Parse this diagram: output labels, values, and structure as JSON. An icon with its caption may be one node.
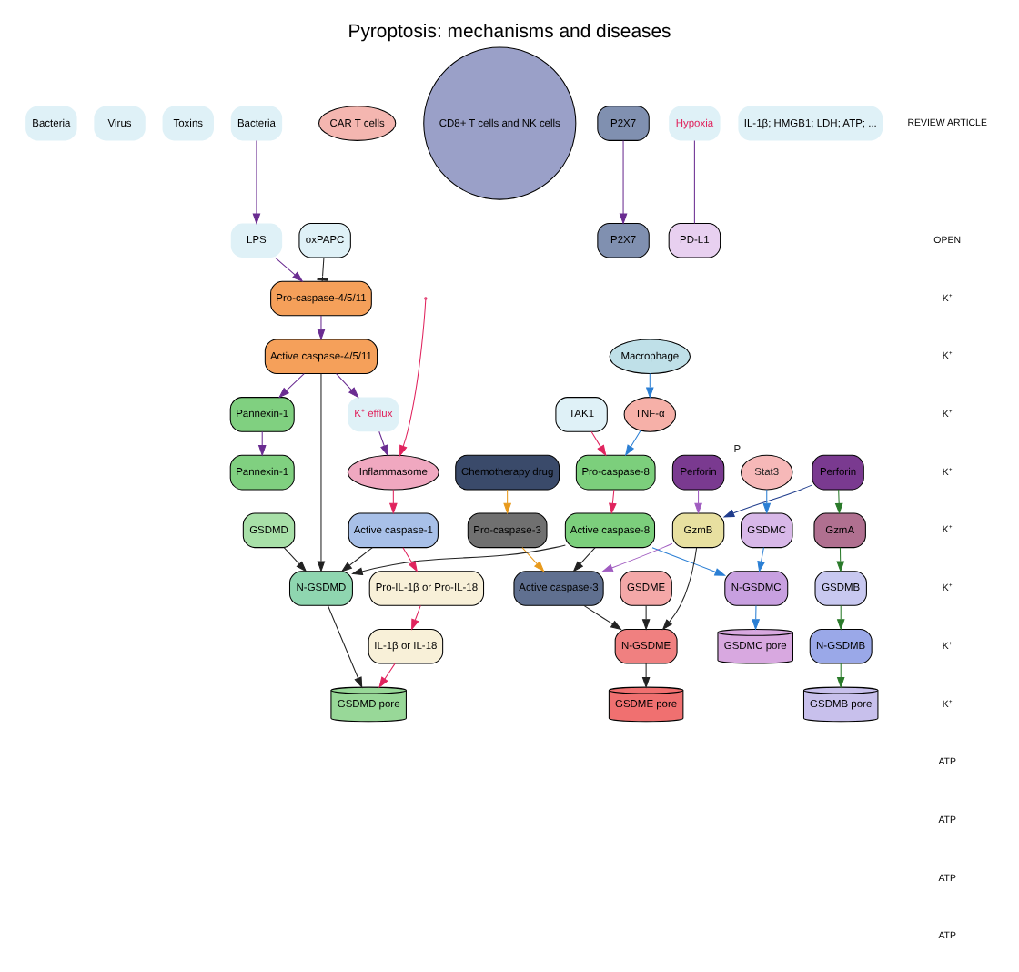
{
  "diagram": {
    "title": "Pyroptosis: mechanisms and diseases",
    "nodes": [
      {
        "text": [
          "Bacteria"
        ]
      },
      {
        "text": [
          "Virus"
        ]
      },
      {
        "text": [
          "Toxins"
        ]
      },
      {
        "text": [
          "Bacteria"
        ]
      },
      {
        "text": [
          "Macrophage"
        ]
      },
      {
        "text": [
          "CAR T cells"
        ]
      },
      {
        "text": [
          "CD8+ T cells and NK cells"
        ]
      },
      {
        "text": [
          "Chemotherapy drug"
        ]
      },
      {
        "text": [
          "Inflammasome"
        ]
      },
      {
        "text": [
          "LPS"
        ]
      },
      {
        "text": [
          "oxPAPC"
        ]
      },
      {
        "text": [
          "TAK1"
        ]
      },
      {
        "text": [
          "TNF-α"
        ]
      },
      {
        "text": [
          "Pro-caspase-4/5/11"
        ]
      },
      {
        "text": [
          "Pro-caspase-8"
        ]
      },
      {
        "text": [
          "Pro-caspase-3"
        ]
      },
      {
        "text": [
          "Perforin"
        ]
      },
      {
        "text": [
          "Perforin"
        ]
      },
      {
        "text": [
          "Active caspase-1"
        ]
      },
      {
        "text": [
          "Active caspase-4/5/11"
        ]
      },
      {
        "text": [
          "Active caspase-8"
        ]
      },
      {
        "text": [
          "Active caspase-3"
        ]
      },
      {
        "text": [
          "GzmB"
        ]
      },
      {
        "text": [
          "GzmA"
        ]
      },
      {
        "text": [
          "Pannexin-1"
        ]
      },
      {
        "text": [
          "K⁺ efflux"
        ]
      },
      {
        "text": [
          "Pannexin-1"
        ]
      },
      {
        "text": [
          "P2X7"
        ]
      },
      {
        "text": [
          "P2X7"
        ]
      },
      {
        "text": [
          "Pro-IL-1β or Pro-IL-18"
        ]
      },
      {
        "text": [
          "IL-1β or IL-18"
        ]
      },
      {
        "text": [
          "N-GSDMD"
        ]
      },
      {
        "text": [
          "GSDMD"
        ]
      },
      {
        "text": [
          "N-GSDMC"
        ]
      },
      {
        "text": [
          "GSDMC"
        ]
      },
      {
        "text": [
          "N-GSDME"
        ]
      },
      {
        "text": [
          "GSDME"
        ]
      },
      {
        "text": [
          "N-GSDMB"
        ]
      },
      {
        "text": [
          "GSDMB"
        ]
      },
      {
        "text": [
          "GSDMD pore"
        ]
      },
      {
        "text": [
          "GSDMC pore"
        ]
      },
      {
        "text": [
          "GSDME pore"
        ]
      },
      {
        "text": [
          "GSDMB pore"
        ]
      },
      {
        "text": [
          "Hypoxia"
        ]
      },
      {
        "text": [
          "PD-L1"
        ]
      },
      {
        "text": [
          "Stat3"
        ],
        "beside": [
          "P"
        ]
      },
      {
        "text": [
          "IL-1β; HMGB1; LDH; ATP; ..."
        ]
      }
    ],
    "edges": [
      {
        "from": null,
        "to": 8,
        "arrow": "to",
        "color": "#e0245e"
      },
      {
        "from": 3,
        "to": 9,
        "arrow": "to",
        "color": "#6a2c91"
      },
      {
        "from": 9,
        "to": 13,
        "arrow": "to",
        "color": "#6a2c91"
      },
      {
        "from": 10,
        "to": 13,
        "arrow": "other"
      },
      {
        "from": 11,
        "to": 14,
        "arrow": "to",
        "color": "#e0245e"
      },
      {
        "from": 4,
        "to": 12,
        "arrow": "to",
        "color": "#2b7fd4"
      },
      {
        "from": 12,
        "to": 14,
        "arrow": "to",
        "color": "#2b7fd4"
      },
      {
        "from": 7,
        "to": 15,
        "arrow": "to",
        "color": "#e89a1c"
      },
      {
        "from": 16,
        "to": 22,
        "arrow": "to",
        "color": "#a05cc0"
      },
      {
        "from": 17,
        "to": 22,
        "arrow": "to",
        "color": "#1f3c8c"
      },
      {
        "from": 17,
        "to": 23,
        "arrow": "to",
        "color": "#2a7a2a"
      },
      {
        "from": 8,
        "to": 18,
        "arrow": "to",
        "color": "#e0245e"
      },
      {
        "from": 13,
        "to": 19,
        "arrow": "to",
        "color": "#6a2c91"
      },
      {
        "from": 14,
        "to": 20,
        "arrow": "to",
        "color": "#e0245e"
      },
      {
        "from": 20,
        "to": 21,
        "arrow": "to"
      },
      {
        "from": 15,
        "to": 21,
        "arrow": "to",
        "color": "#e89a1c"
      },
      {
        "from": 22,
        "to": 21,
        "arrow": "to",
        "color": "#a05cc0"
      },
      {
        "from": 18,
        "to": 31,
        "arrow": "to"
      },
      {
        "from": 19,
        "to": 31,
        "arrow": "to"
      },
      {
        "from": 20,
        "to": 31,
        "arrow": "to"
      },
      {
        "from": 32,
        "to": 31,
        "arrow": "to"
      },
      {
        "from": 20,
        "to": 33,
        "arrow": "to",
        "color": "#2b7fd4"
      },
      {
        "from": 34,
        "to": 33,
        "arrow": "to",
        "color": "#2b7fd4"
      },
      {
        "from": 45,
        "to": 34,
        "arrow": "to",
        "color": "#2b7fd4"
      },
      {
        "from": 21,
        "to": 35,
        "arrow": "to"
      },
      {
        "from": 22,
        "to": 35,
        "arrow": "to"
      },
      {
        "from": 36,
        "to": 35,
        "arrow": "to"
      },
      {
        "from": 23,
        "to": 38,
        "arrow": "to",
        "color": "#2a7a2a"
      },
      {
        "from": 38,
        "to": 37,
        "arrow": "to",
        "color": "#2a7a2a"
      },
      {
        "from": 31,
        "to": 39,
        "arrow": "to"
      },
      {
        "from": 33,
        "to": 40,
        "arrow": "to",
        "color": "#2b7fd4"
      },
      {
        "from": 35,
        "to": 41,
        "arrow": "to"
      },
      {
        "from": 37,
        "to": 42,
        "arrow": "to",
        "color": "#2a7a2a"
      },
      {
        "from": 18,
        "to": 29,
        "arrow": "to",
        "color": "#e0245e"
      },
      {
        "from": 29,
        "to": 30,
        "arrow": "to",
        "color": "#e0245e"
      },
      {
        "from": 30,
        "to": 39,
        "arrow": "to",
        "color": "#e0245e"
      },
      {
        "from": 19,
        "to": 26,
        "arrow": "to",
        "color": "#6a2c91"
      },
      {
        "from": 19,
        "to": 25,
        "arrow": "to",
        "color": "#6a2c91"
      },
      {
        "from": 25,
        "to": 8,
        "arrow": "to",
        "color": "#6a2c91"
      },
      {
        "from": 26,
        "to": 24,
        "arrow": "to",
        "color": "#6a2c91"
      },
      {
        "from": 27,
        "to": 28,
        "arrow": "to",
        "color": "#6a2c91"
      },
      {
        "from": 43,
        "to": 44,
        "arrow": "none",
        "color": "#6a2c91"
      }
    ],
    "labels": [
      "REVIEW ARTICLE",
      "OPEN",
      "K⁺",
      "K⁺",
      "K⁺",
      "K⁺",
      "K⁺",
      "K⁺",
      "K⁺",
      "K⁺",
      "ATP",
      "ATP",
      "ATP",
      "ATP"
    ]
  }
}
